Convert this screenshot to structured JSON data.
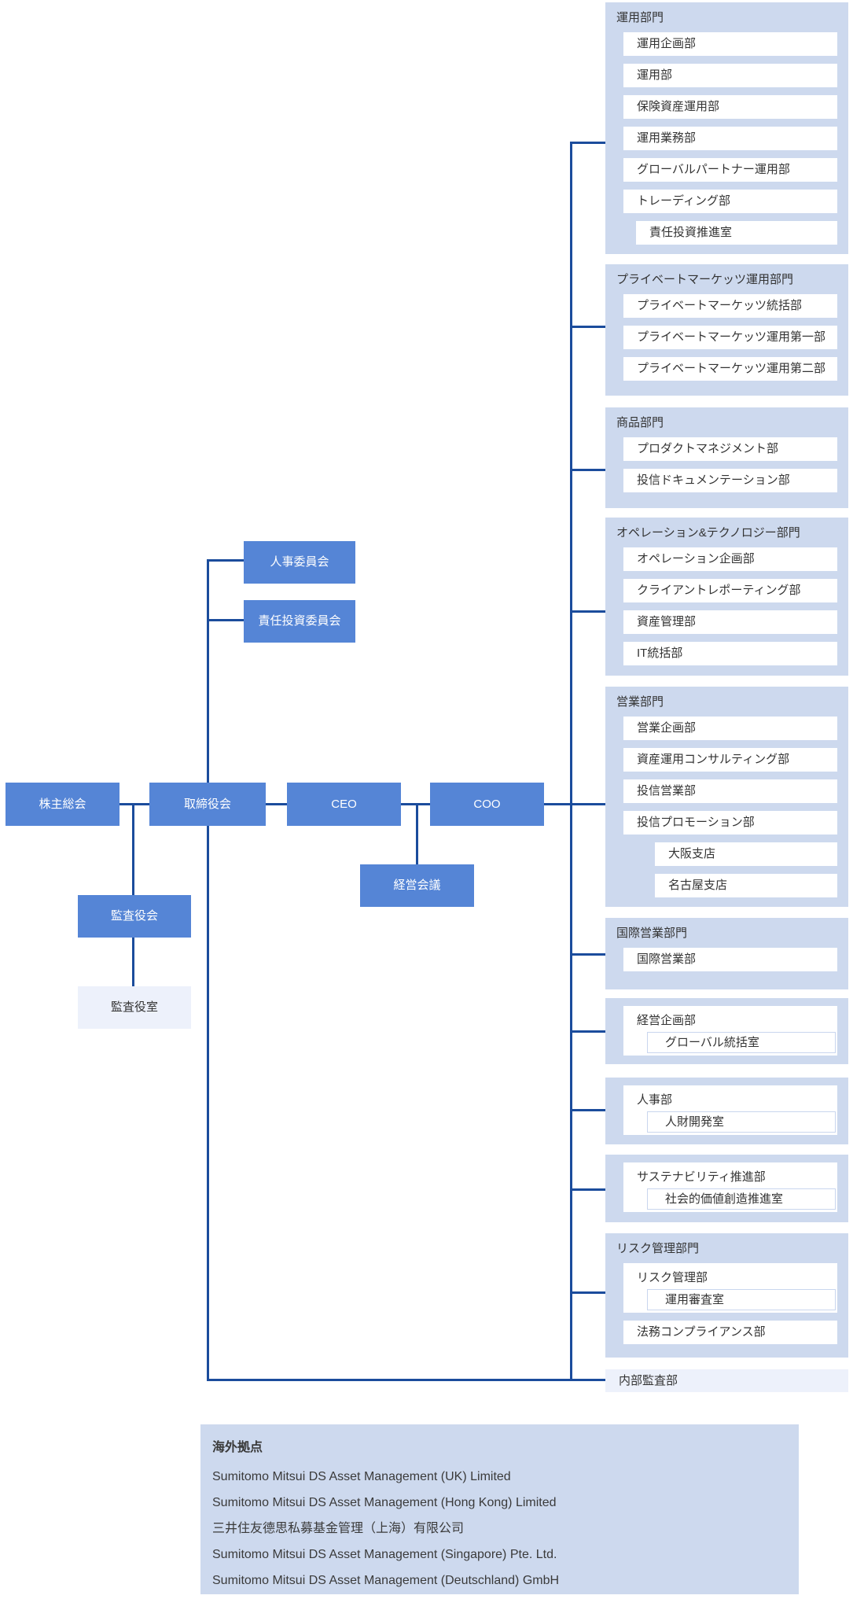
{
  "org": {
    "shareholders": "株主総会",
    "board": "取締役会",
    "ceo": "CEO",
    "coo": "COO",
    "hr_committee": "人事委員会",
    "responsible_investment_committee": "責任投資委員会",
    "audit_board": "監査役会",
    "audit_office": "監査役室",
    "management_meeting": "経営会議",
    "internal_audit": "内部監査部"
  },
  "divisions": [
    {
      "title": "運用部門",
      "items": [
        {
          "label": "運用企画部"
        },
        {
          "label": "運用部"
        },
        {
          "label": "保険資産運用部"
        },
        {
          "label": "運用業務部"
        },
        {
          "label": "グローバルパートナー運用部"
        },
        {
          "label": "トレーディング部"
        },
        {
          "label": "責任投資推進室",
          "indent": 1
        }
      ]
    },
    {
      "title": "プライベートマーケッツ運用部門",
      "items": [
        {
          "label": "プライベートマーケッツ統括部"
        },
        {
          "label": "プライベートマーケッツ運用第一部"
        },
        {
          "label": "プライベートマーケッツ運用第二部"
        }
      ]
    },
    {
      "title": "商品部門",
      "items": [
        {
          "label": "プロダクトマネジメント部"
        },
        {
          "label": "投信ドキュメンテーション部"
        }
      ]
    },
    {
      "title": "オペレーション&テクノロジー部門",
      "items": [
        {
          "label": "オペレーション企画部"
        },
        {
          "label": "クライアントレポーティング部"
        },
        {
          "label": "資産管理部"
        },
        {
          "label": "IT統括部"
        }
      ]
    },
    {
      "title": "営業部門",
      "items": [
        {
          "label": "営業企画部"
        },
        {
          "label": "資産運用コンサルティング部"
        },
        {
          "label": "投信営業部"
        },
        {
          "label": "投信プロモーション部"
        },
        {
          "label": "大阪支店",
          "indent": 2
        },
        {
          "label": "名古屋支店",
          "indent": 2
        }
      ]
    },
    {
      "title": "国際営業部門",
      "items": [
        {
          "label": "国際営業部"
        }
      ]
    },
    {
      "title": "",
      "items": [
        {
          "label": "経営企画部",
          "child": "グローバル統括室"
        }
      ]
    },
    {
      "title": "",
      "items": [
        {
          "label": "人事部",
          "child": "人財開発室"
        }
      ]
    },
    {
      "title": "",
      "items": [
        {
          "label": "サステナビリティ推進部",
          "child": "社会的価値創造推進室"
        }
      ]
    },
    {
      "title": "リスク管理部門",
      "items": [
        {
          "label": "リスク管理部",
          "child": "運用審査室"
        },
        {
          "label": "法務コンプライアンス部"
        }
      ]
    }
  ],
  "overseas": {
    "title": "海外拠点",
    "companies": [
      "Sumitomo Mitsui DS Asset Management (UK) Limited",
      "Sumitomo Mitsui DS Asset Management (Hong Kong) Limited",
      "三井住友德思私募基金管理（上海）有限公司",
      "Sumitomo Mitsui DS Asset Management (Singapore) Pte. Ltd.",
      "Sumitomo Mitsui DS Asset Management (Deutschland) GmbH"
    ]
  },
  "colors": {
    "box_blue": "#5585d6",
    "panel_blue": "#cdd9ee",
    "pale_blue": "#edf1fb",
    "line": "#1b4c9c"
  }
}
